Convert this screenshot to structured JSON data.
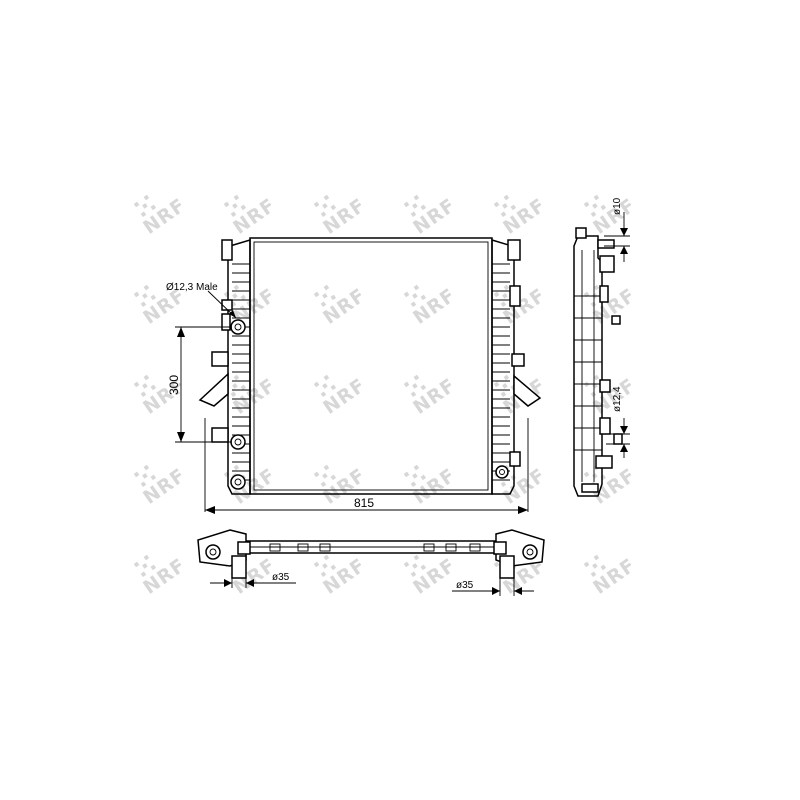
{
  "watermark": {
    "text": "NRF"
  },
  "dimensions": {
    "width": "815",
    "height": "300",
    "outlet_left": "ø35",
    "outlet_right": "ø35",
    "male_fitting": "Ø12,3 Male",
    "top_port": "ø10",
    "side_port": "ø12,4"
  }
}
